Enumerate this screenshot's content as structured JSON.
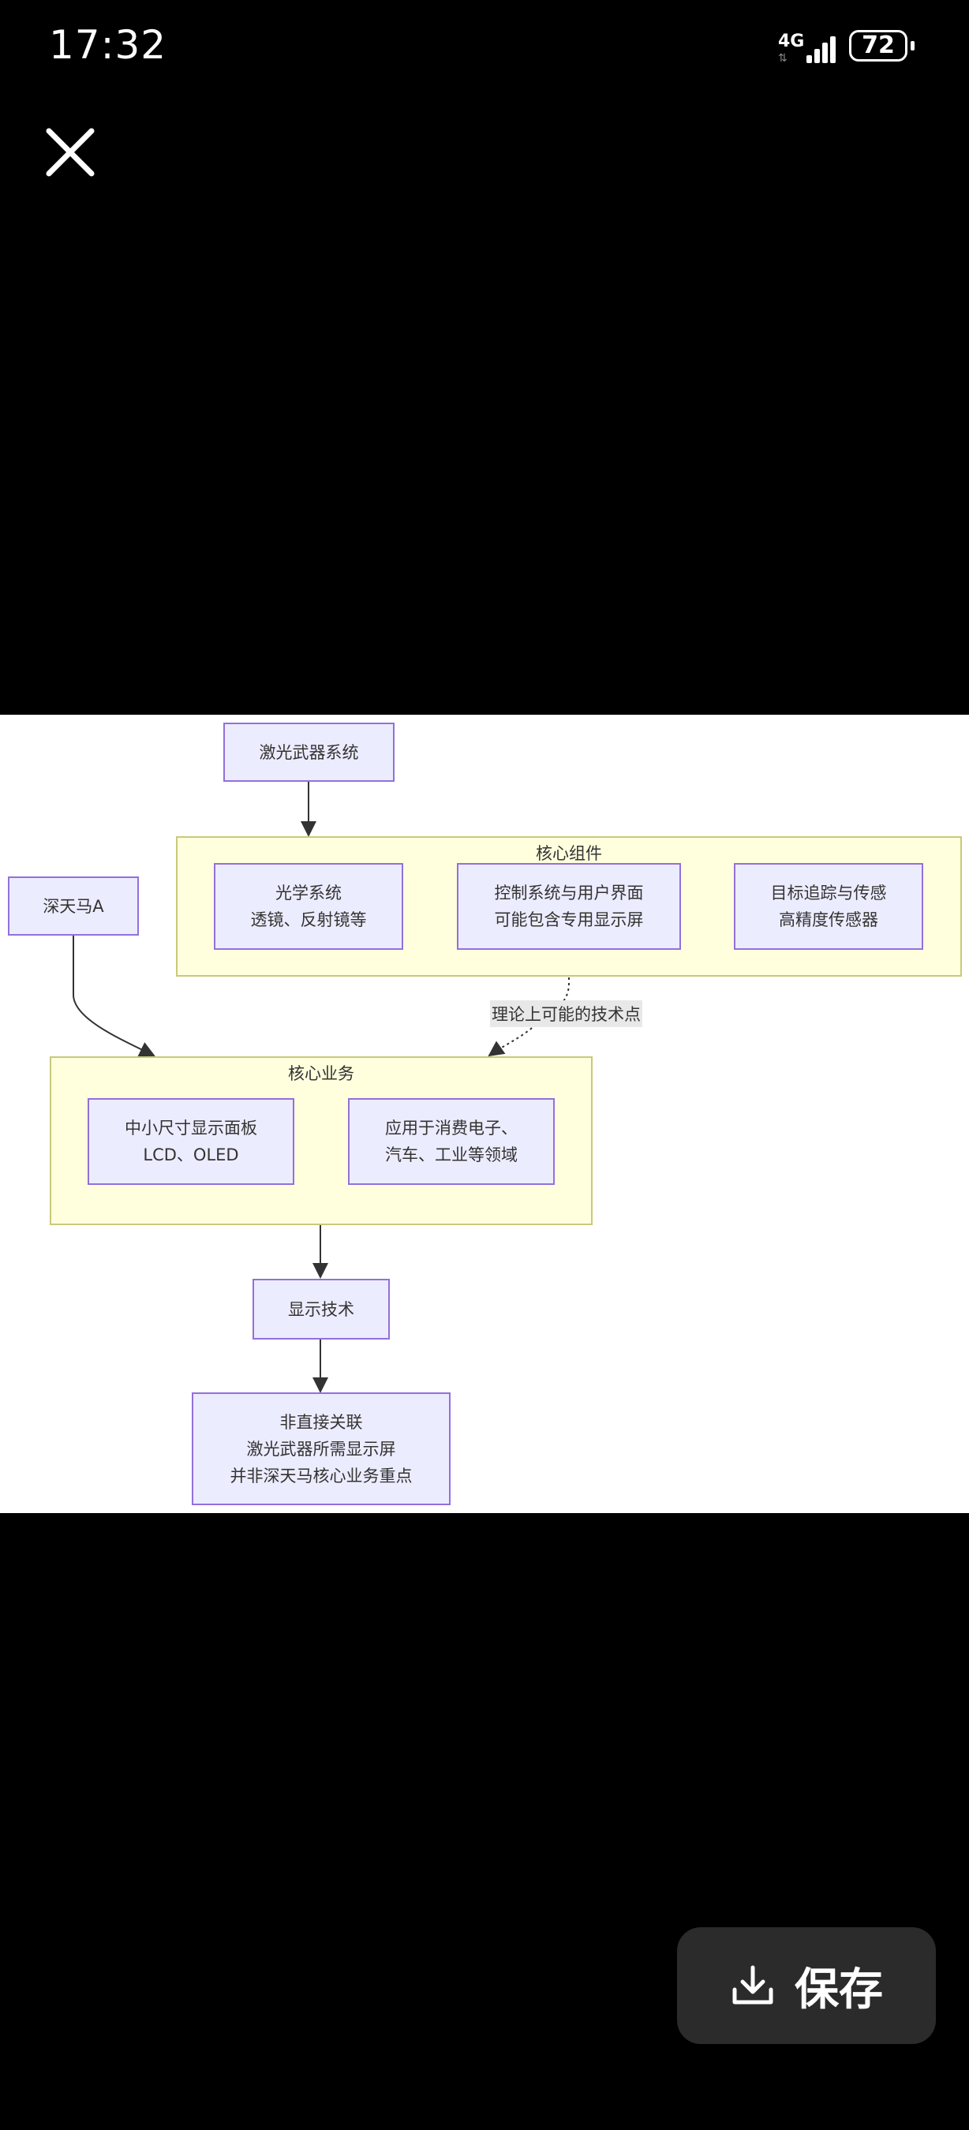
{
  "status_bar": {
    "time": "17:32",
    "network": "4G",
    "battery": "72"
  },
  "icons": {
    "close": "close-icon",
    "download": "download-icon"
  },
  "diagram": {
    "nodes": {
      "laser_system": "激光武器系统",
      "shentianma": "深天马A",
      "optics": "光学系统\n透镜、反射镜等",
      "control": "控制系统与用户界面\n可能包含专用显示屏",
      "tracking": "目标追踪与传感\n高精度传感器",
      "panel": "中小尺寸显示面板\nLCD、OLED",
      "application": "应用于消费电子、\n汽车、工业等领域",
      "display_tech": "显示技术",
      "conclusion": "非直接关联\n激光武器所需显示屏\n并非深天马核心业务重点"
    },
    "clusters": {
      "core_components": "核心组件",
      "core_business": "核心业务"
    },
    "edge_labels": {
      "theoretical": "理论上可能的技术点"
    }
  },
  "save_button": {
    "label": "保存"
  }
}
